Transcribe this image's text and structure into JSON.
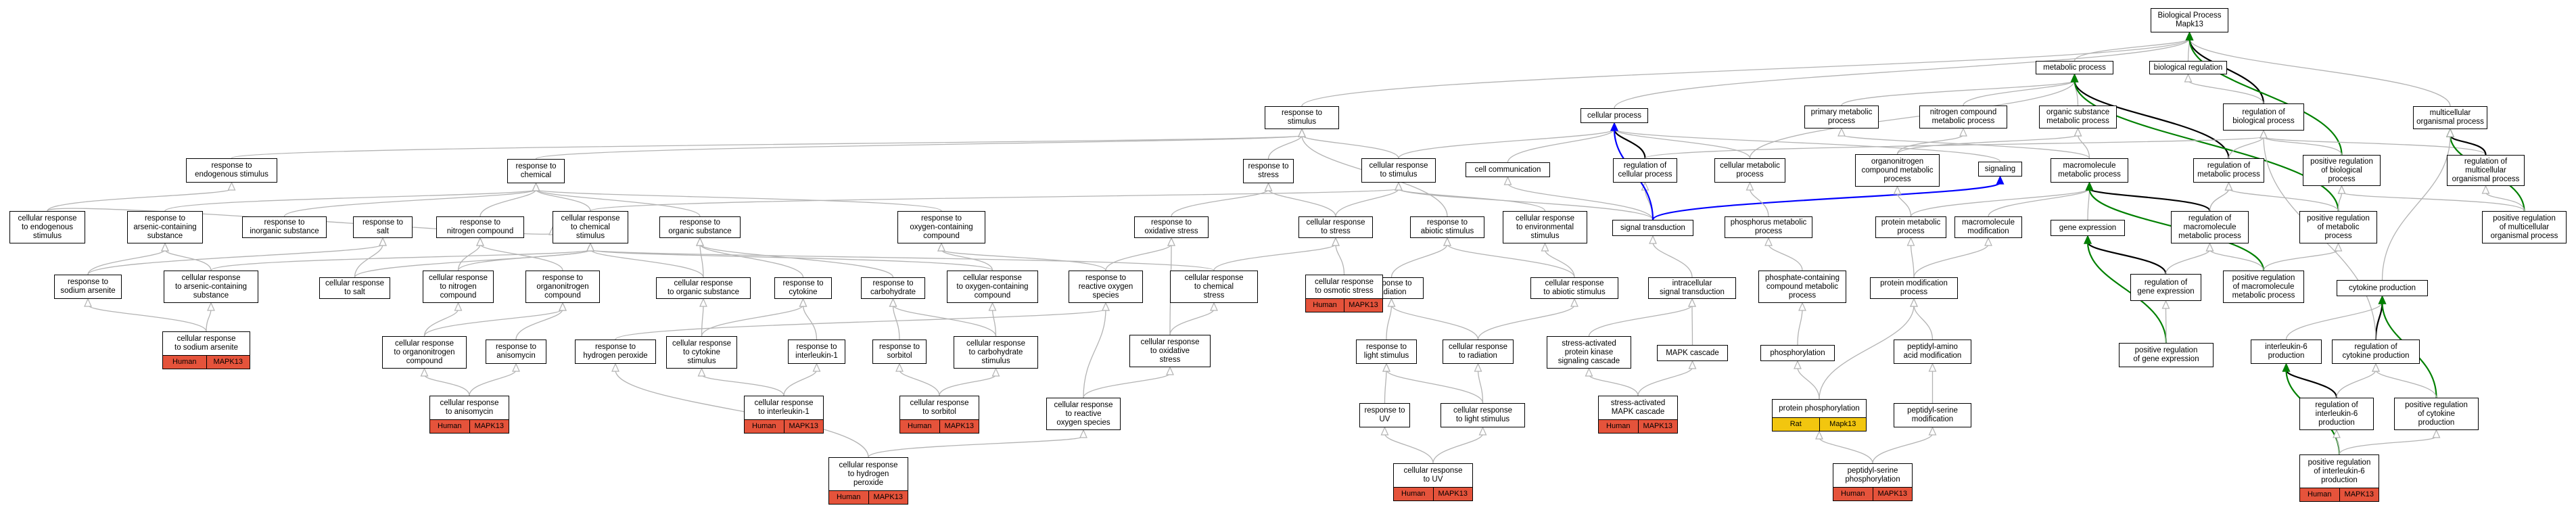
{
  "colors": {
    "is_a": "#b3b3b3",
    "part_of": "#000000",
    "regulates": "#0000ff",
    "positively_regulates": "#008000",
    "annotation_human": "#e5533b",
    "annotation_rat": "#f2c60f"
  },
  "nodes": [
    {
      "id": "bp",
      "label": "Biological Process\nMapk13"
    },
    {
      "id": "mp",
      "label": "metabolic process"
    },
    {
      "id": "breg",
      "label": "biological regulation"
    },
    {
      "id": "rts",
      "label": "response to\nstimulus"
    },
    {
      "id": "cp",
      "label": "cellular process"
    },
    {
      "id": "pmp",
      "label": "primary metabolic\nprocess"
    },
    {
      "id": "ncmp",
      "label": "nitrogen compound\nmetabolic process"
    },
    {
      "id": "osmp",
      "label": "organic substance\nmetabolic process"
    },
    {
      "id": "rbp",
      "label": "regulation of\nbiological process"
    },
    {
      "id": "mop",
      "label": "multicellular\norganismal process"
    },
    {
      "id": "rtes",
      "label": "response to\nendogenous stimulus"
    },
    {
      "id": "rtc",
      "label": "response to\nchemical"
    },
    {
      "id": "rtstress",
      "label": "response to\nstress"
    },
    {
      "id": "crts",
      "label": "cellular response\nto stimulus"
    },
    {
      "id": "ccom",
      "label": "cell communication"
    },
    {
      "id": "rcp",
      "label": "regulation of\ncellular process"
    },
    {
      "id": "cmp",
      "label": "cellular metabolic\nprocess"
    },
    {
      "id": "ocmp",
      "label": "organonitrogen\ncompound metabolic\nprocess"
    },
    {
      "id": "sig",
      "label": "signaling"
    },
    {
      "id": "mmp",
      "label": "macromolecule\nmetabolic process"
    },
    {
      "id": "rmp",
      "label": "regulation of\nmetabolic process"
    },
    {
      "id": "prbp",
      "label": "positive regulation\nof biological\nprocess"
    },
    {
      "id": "rmop",
      "label": "regulation of\nmulticellular\norganismal process"
    },
    {
      "id": "cres",
      "label": "cellular response\nto endogenous\nstimulus"
    },
    {
      "id": "rtasc",
      "label": "response to\narsenic-containing\nsubstance"
    },
    {
      "id": "rtis",
      "label": "response to\ninorganic substance"
    },
    {
      "id": "rtsalt",
      "label": "response to\nsalt"
    },
    {
      "id": "rtnc",
      "label": "response to\nnitrogen compound"
    },
    {
      "id": "crcs",
      "label": "cellular response\nto chemical\nstimulus"
    },
    {
      "id": "rtos",
      "label": "response to\norganic substance"
    },
    {
      "id": "rtocc",
      "label": "response to\noxygen-containing\ncompound"
    },
    {
      "id": "rtoxs",
      "label": "response to\noxidative stress"
    },
    {
      "id": "crtstress",
      "label": "cellular response\nto stress"
    },
    {
      "id": "rtabs",
      "label": "response to\nabiotic stimulus"
    },
    {
      "id": "crtenv",
      "label": "cellular response\nto environmental\nstimulus"
    },
    {
      "id": "st",
      "label": "signal transduction"
    },
    {
      "id": "phmp",
      "label": "phosphorus metabolic\nprocess"
    },
    {
      "id": "prmp",
      "label": "protein metabolic\nprocess"
    },
    {
      "id": "mmod",
      "label": "macromolecule\nmodification"
    },
    {
      "id": "ge",
      "label": "gene expression"
    },
    {
      "id": "rmmp",
      "label": "regulation of\nmacromolecule\nmetabolic process"
    },
    {
      "id": "prmetp",
      "label": "positive regulation\nof metabolic\nprocess"
    },
    {
      "id": "pmop",
      "label": "positive regulation\nof multicellular\norganismal process"
    },
    {
      "id": "rtsa",
      "label": "response to\nsodium arsenite"
    },
    {
      "id": "crasc",
      "label": "cellular response\nto arsenic-containing\nsubstance"
    },
    {
      "id": "crsalt",
      "label": "cellular response\nto salt"
    },
    {
      "id": "crnc",
      "label": "cellular response\nto nitrogen\ncompound"
    },
    {
      "id": "rtoc",
      "label": "response to\norganonitrogen\ncompound"
    },
    {
      "id": "crosub",
      "label": "cellular response\nto organic substance"
    },
    {
      "id": "rtcyt",
      "label": "response to\ncytokine"
    },
    {
      "id": "rtcarb",
      "label": "response to\ncarbohydrate"
    },
    {
      "id": "crocc",
      "label": "cellular response\nto oxygen-containing\ncompound"
    },
    {
      "id": "rtros",
      "label": "response to\nreactive oxygen\nspecies"
    },
    {
      "id": "crchem",
      "label": "cellular response\nto chemical\nstress"
    },
    {
      "id": "rtrad",
      "label": "response to\nradiation"
    },
    {
      "id": "crabs",
      "label": "cellular response\nto abiotic stimulus"
    },
    {
      "id": "ist",
      "label": "intracellular\nsignal transduction"
    },
    {
      "id": "pcmp",
      "label": "phosphate-containing\ncompound metabolic\nprocess"
    },
    {
      "id": "pmodp",
      "label": "protein modification\nprocess"
    },
    {
      "id": "rge",
      "label": "regulation of\ngene expression"
    },
    {
      "id": "prmmp",
      "label": "positive regulation\nof macromolecule\nmetabolic process"
    },
    {
      "id": "cytp",
      "label": "cytokine production"
    },
    {
      "id": "croc",
      "label": "cellular response\nto organonitrogen\ncompound"
    },
    {
      "id": "rtani",
      "label": "response to\nanisomycin"
    },
    {
      "id": "rthp",
      "label": "response to\nhydrogen peroxide"
    },
    {
      "id": "crcyt",
      "label": "cellular response\nto cytokine\nstimulus"
    },
    {
      "id": "rtil1",
      "label": "response to\ninterleukin-1"
    },
    {
      "id": "rtsorb",
      "label": "response to\nsorbitol"
    },
    {
      "id": "crcarb",
      "label": "cellular response\nto carbohydrate\nstimulus"
    },
    {
      "id": "croxs",
      "label": "cellular response\nto oxidative\nstress"
    },
    {
      "id": "rtls",
      "label": "response to\nlight stimulus"
    },
    {
      "id": "crrad",
      "label": "cellular response\nto radiation"
    },
    {
      "id": "sapk",
      "label": "stress-activated\nprotein kinase\nsignaling cascade"
    },
    {
      "id": "mapkc",
      "label": "MAPK cascade"
    },
    {
      "id": "phos",
      "label": "phosphorylation"
    },
    {
      "id": "ppaa",
      "label": "peptidyl-amino\nacid modification"
    },
    {
      "id": "prge",
      "label": "positive regulation\nof gene expression"
    },
    {
      "id": "il6p",
      "label": "interleukin-6\nproduction"
    },
    {
      "id": "rcytp",
      "label": "regulation of\ncytokine production"
    },
    {
      "id": "crros",
      "label": "cellular response\nto reactive\noxygen species"
    },
    {
      "id": "rtuv",
      "label": "response to\nUV"
    },
    {
      "id": "crls",
      "label": "cellular response\nto light stimulus"
    },
    {
      "id": "pps",
      "label": "peptidyl-serine\nmodification"
    },
    {
      "id": "ril6p",
      "label": "regulation of\ninterleukin-6\nproduction"
    },
    {
      "id": "prcytp",
      "label": "positive regulation\nof cytokine\nproduction"
    },
    {
      "id": "crtsa",
      "label": "cellular response\nto sodium arsenite",
      "species": "Human",
      "gene": "MAPK13"
    },
    {
      "id": "crtos",
      "label": "cellular response\nto osmotic stress",
      "species": "Human",
      "gene": "MAPK13"
    },
    {
      "id": "crani",
      "label": "cellular response\nto anisomycin",
      "species": "Human",
      "gene": "MAPK13"
    },
    {
      "id": "cril1",
      "label": "cellular response\nto interleukin-1",
      "species": "Human",
      "gene": "MAPK13"
    },
    {
      "id": "crsorb",
      "label": "cellular response\nto sorbitol",
      "species": "Human",
      "gene": "MAPK13"
    },
    {
      "id": "samapk",
      "label": "stress-activated\nMAPK cascade",
      "species": "Human",
      "gene": "MAPK13"
    },
    {
      "id": "pphos",
      "label": "protein phosphorylation",
      "species": "Rat",
      "gene": "Mapk13"
    },
    {
      "id": "crhp",
      "label": "cellular response\nto hydrogen\nperoxide",
      "species": "Human",
      "gene": "MAPK13"
    },
    {
      "id": "cruv",
      "label": "cellular response\nto UV",
      "species": "Human",
      "gene": "MAPK13"
    },
    {
      "id": "ppsp",
      "label": "peptidyl-serine\nphosphorylation",
      "species": "Human",
      "gene": "MAPK13"
    },
    {
      "id": "pril6",
      "label": "positive regulation\nof interleukin-6\nproduction",
      "species": "Human",
      "gene": "MAPK13"
    }
  ],
  "edges": [
    [
      "mp",
      "bp",
      "is_a"
    ],
    [
      "breg",
      "bp",
      "is_a"
    ],
    [
      "rts",
      "bp",
      "is_a"
    ],
    [
      "cp",
      "bp",
      "is_a"
    ],
    [
      "mop",
      "bp",
      "is_a"
    ],
    [
      "rbp",
      "bp",
      "part_of"
    ],
    [
      "prbp",
      "bp",
      "positively_regulates"
    ],
    [
      "rbp",
      "breg",
      "is_a"
    ],
    [
      "pmp",
      "mp",
      "is_a"
    ],
    [
      "ncmp",
      "mp",
      "is_a"
    ],
    [
      "osmp",
      "mp",
      "is_a"
    ],
    [
      "cmp",
      "mp",
      "is_a"
    ],
    [
      "rmp",
      "mp",
      "part_of"
    ],
    [
      "prmetp",
      "mp",
      "positively_regulates"
    ],
    [
      "rmp",
      "rbp",
      "is_a"
    ],
    [
      "rcp",
      "cp",
      "part_of"
    ],
    [
      "ccom",
      "cp",
      "is_a"
    ],
    [
      "cmp",
      "cp",
      "is_a"
    ],
    [
      "sig",
      "cp",
      "is_a"
    ],
    [
      "prbp",
      "rbp",
      "is_a"
    ],
    [
      "rmop",
      "rbp",
      "is_a"
    ],
    [
      "rmop",
      "mop",
      "part_of"
    ],
    [
      "pmop",
      "mop",
      "positively_regulates"
    ],
    [
      "rtes",
      "rts",
      "is_a"
    ],
    [
      "rtc",
      "rts",
      "is_a"
    ],
    [
      "rtstress",
      "rts",
      "is_a"
    ],
    [
      "crts",
      "rts",
      "is_a"
    ],
    [
      "crts",
      "cp",
      "is_a"
    ],
    [
      "rcp",
      "rbp",
      "is_a"
    ],
    [
      "ocmp",
      "ncmp",
      "is_a"
    ],
    [
      "ocmp",
      "osmp",
      "is_a"
    ],
    [
      "mmp",
      "osmp",
      "is_a"
    ],
    [
      "mmp",
      "pmp",
      "is_a"
    ],
    [
      "rmmp",
      "rmp",
      "is_a"
    ],
    [
      "prmmp",
      "prmetp",
      "is_a"
    ],
    [
      "pmop",
      "prbp",
      "is_a"
    ],
    [
      "pmop",
      "rmop",
      "is_a"
    ],
    [
      "prmetp",
      "prbp",
      "is_a"
    ],
    [
      "prmetp",
      "rmp",
      "is_a"
    ],
    [
      "cres",
      "rtes",
      "is_a"
    ],
    [
      "cres",
      "crcs",
      "is_a"
    ],
    [
      "rtasc",
      "rtc",
      "is_a"
    ],
    [
      "rtis",
      "rtc",
      "is_a"
    ],
    [
      "rtnc",
      "rtc",
      "is_a"
    ],
    [
      "rtos",
      "rtc",
      "is_a"
    ],
    [
      "crcs",
      "rtc",
      "is_a"
    ],
    [
      "crcs",
      "crts",
      "is_a"
    ],
    [
      "rtocc",
      "rtc",
      "is_a"
    ],
    [
      "rtoxs",
      "rtstress",
      "is_a"
    ],
    [
      "crtstress",
      "rtstress",
      "is_a"
    ],
    [
      "crtstress",
      "crts",
      "is_a"
    ],
    [
      "rtabs",
      "rts",
      "is_a"
    ],
    [
      "crtenv",
      "crts",
      "is_a"
    ],
    [
      "st",
      "crts",
      "is_a"
    ],
    [
      "st",
      "rcp",
      "is_a"
    ],
    [
      "st",
      "ccom",
      "is_a"
    ],
    [
      "st",
      "sig",
      "is_a"
    ],
    [
      "st",
      "cp",
      "regulates"
    ],
    [
      "st",
      "sig",
      "regulates"
    ],
    [
      "phmp",
      "cmp",
      "is_a"
    ],
    [
      "prmp",
      "mmp",
      "is_a"
    ],
    [
      "prmp",
      "ocmp",
      "is_a"
    ],
    [
      "mmod",
      "mmp",
      "is_a"
    ],
    [
      "ge",
      "mmp",
      "is_a"
    ],
    [
      "rmmp",
      "mmp",
      "part_of"
    ],
    [
      "rmmp",
      "rmp",
      "is_a"
    ],
    [
      "prmmp",
      "mmp",
      "positively_regulates"
    ],
    [
      "rtsa",
      "rtasc",
      "is_a"
    ],
    [
      "rtsa",
      "rtsalt",
      "is_a"
    ],
    [
      "crasc",
      "rtasc",
      "is_a"
    ],
    [
      "crasc",
      "crcs",
      "is_a"
    ],
    [
      "crsalt",
      "rtsalt",
      "is_a"
    ],
    [
      "crsalt",
      "crcs",
      "is_a"
    ],
    [
      "crnc",
      "rtnc",
      "is_a"
    ],
    [
      "crnc",
      "crcs",
      "is_a"
    ],
    [
      "rtoc",
      "rtnc",
      "is_a"
    ],
    [
      "crosub",
      "rtos",
      "is_a"
    ],
    [
      "crosub",
      "crcs",
      "is_a"
    ],
    [
      "rtcyt",
      "rtos",
      "is_a"
    ],
    [
      "rtcarb",
      "rtos",
      "is_a"
    ],
    [
      "crocc",
      "rtocc",
      "is_a"
    ],
    [
      "crocc",
      "crcs",
      "is_a"
    ],
    [
      "rtros",
      "rtocc",
      "is_a"
    ],
    [
      "rtros",
      "rtoxs",
      "is_a"
    ],
    [
      "crchem",
      "crtstress",
      "is_a"
    ],
    [
      "crchem",
      "crcs",
      "is_a"
    ],
    [
      "rtrad",
      "rtabs",
      "is_a"
    ],
    [
      "crabs",
      "rtabs",
      "is_a"
    ],
    [
      "crabs",
      "crtenv",
      "is_a"
    ],
    [
      "ist",
      "st",
      "is_a"
    ],
    [
      "pcmp",
      "phmp",
      "is_a"
    ],
    [
      "pmodp",
      "mmod",
      "is_a"
    ],
    [
      "pmodp",
      "prmp",
      "is_a"
    ],
    [
      "rge",
      "ge",
      "part_of"
    ],
    [
      "rge",
      "rmmp",
      "is_a"
    ],
    [
      "prge",
      "ge",
      "positively_regulates"
    ],
    [
      "prmmp",
      "rmmp",
      "is_a"
    ],
    [
      "cytp",
      "mop",
      "is_a"
    ],
    [
      "croc",
      "rtoc",
      "is_a"
    ],
    [
      "croc",
      "crnc",
      "is_a"
    ],
    [
      "rtani",
      "rtoc",
      "is_a"
    ],
    [
      "rthp",
      "rtros",
      "is_a"
    ],
    [
      "crcyt",
      "rtcyt",
      "is_a"
    ],
    [
      "crcyt",
      "crosub",
      "is_a"
    ],
    [
      "rtil1",
      "rtcyt",
      "is_a"
    ],
    [
      "rtsorb",
      "rtcarb",
      "is_a"
    ],
    [
      "crcarb",
      "rtcarb",
      "is_a"
    ],
    [
      "crcarb",
      "crocc",
      "is_a"
    ],
    [
      "croxs",
      "rtoxs",
      "is_a"
    ],
    [
      "croxs",
      "crchem",
      "is_a"
    ],
    [
      "rtls",
      "rtrad",
      "is_a"
    ],
    [
      "crrad",
      "rtrad",
      "is_a"
    ],
    [
      "crrad",
      "crabs",
      "is_a"
    ],
    [
      "sapk",
      "ist",
      "is_a"
    ],
    [
      "mapkc",
      "ist",
      "is_a"
    ],
    [
      "phos",
      "pcmp",
      "is_a"
    ],
    [
      "ppaa",
      "pmodp",
      "is_a"
    ],
    [
      "prge",
      "rge",
      "is_a"
    ],
    [
      "il6p",
      "cytp",
      "is_a"
    ],
    [
      "rcytp",
      "cytp",
      "part_of"
    ],
    [
      "rcytp",
      "rbp",
      "is_a"
    ],
    [
      "prcytp",
      "cytp",
      "positively_regulates"
    ],
    [
      "prcytp",
      "rcytp",
      "is_a"
    ],
    [
      "crros",
      "rtros",
      "is_a"
    ],
    [
      "crros",
      "croxs",
      "is_a"
    ],
    [
      "rtuv",
      "rtls",
      "is_a"
    ],
    [
      "crls",
      "rtls",
      "is_a"
    ],
    [
      "crls",
      "crrad",
      "is_a"
    ],
    [
      "pps",
      "ppaa",
      "is_a"
    ],
    [
      "ril6p",
      "il6p",
      "part_of"
    ],
    [
      "ril6p",
      "rcytp",
      "is_a"
    ],
    [
      "crtsa",
      "rtsa",
      "is_a"
    ],
    [
      "crtsa",
      "crasc",
      "is_a"
    ],
    [
      "crtos",
      "crtstress",
      "is_a"
    ],
    [
      "crani",
      "croc",
      "is_a"
    ],
    [
      "crani",
      "rtani",
      "is_a"
    ],
    [
      "cril1",
      "crcyt",
      "is_a"
    ],
    [
      "cril1",
      "rtil1",
      "is_a"
    ],
    [
      "crsorb",
      "rtsorb",
      "is_a"
    ],
    [
      "crsorb",
      "crcarb",
      "is_a"
    ],
    [
      "samapk",
      "sapk",
      "is_a"
    ],
    [
      "samapk",
      "mapkc",
      "is_a"
    ],
    [
      "pphos",
      "phos",
      "is_a"
    ],
    [
      "pphos",
      "pmodp",
      "is_a"
    ],
    [
      "crhp",
      "rthp",
      "is_a"
    ],
    [
      "crhp",
      "crros",
      "is_a"
    ],
    [
      "cruv",
      "rtuv",
      "is_a"
    ],
    [
      "cruv",
      "crls",
      "is_a"
    ],
    [
      "ppsp",
      "pps",
      "is_a"
    ],
    [
      "ppsp",
      "pphos",
      "is_a"
    ],
    [
      "pril6",
      "il6p",
      "positively_regulates"
    ],
    [
      "pril6",
      "ril6p",
      "is_a"
    ],
    [
      "pril6",
      "prcytp",
      "is_a"
    ]
  ]
}
